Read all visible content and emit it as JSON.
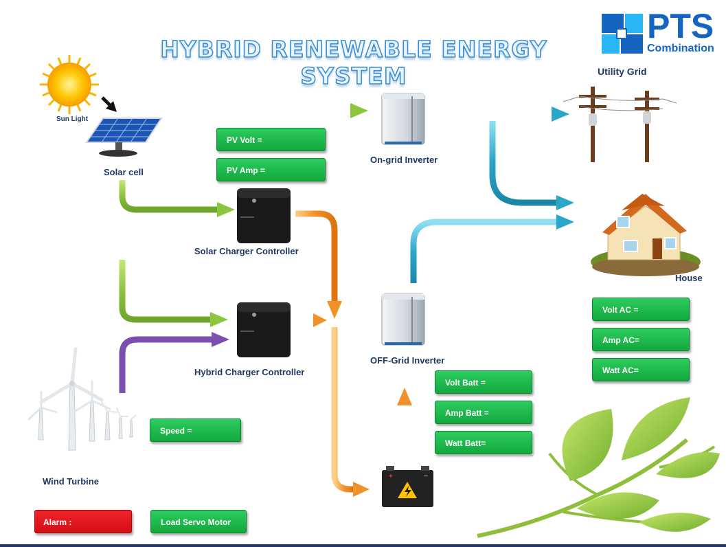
{
  "title": "HYBRID RENEWABLE ENERGY SYSTEM",
  "logo": {
    "name": "PTS",
    "sub": "Combination"
  },
  "labels": {
    "sun_light": "Sun Light",
    "solar_cell": "Solar cell",
    "on_grid_inverter": "On-grid Inverter",
    "utility_grid": "Utility Grid",
    "house": "House",
    "solar_charger": "Solar Charger Controller",
    "hybrid_charger": "Hybrid Charger Controller",
    "off_grid_inverter": "OFF-Grid Inverter",
    "wind_turbine": "Wind Turbine"
  },
  "readouts": {
    "pv_volt": "PV Volt =",
    "pv_amp": "PV Amp =",
    "volt_ac": "Volt AC =",
    "amp_ac": "Amp AC=",
    "watt_ac": "Watt AC=",
    "volt_batt": "Volt Batt =",
    "amp_batt": "Amp Batt =",
    "watt_batt": "Watt Batt=",
    "speed": "Speed ="
  },
  "controls": {
    "alarm": "Alarm :",
    "load_servo": "Load Servo  Motor"
  },
  "colors": {
    "readout_green": "#1fb84c",
    "alarm_red": "#e8161e",
    "flow_green": "#8cc63f",
    "flow_blue": "#2aa6c9",
    "flow_orange": "#f0922a",
    "flow_purple": "#7a4fb0",
    "label_navy": "#1f3864"
  }
}
